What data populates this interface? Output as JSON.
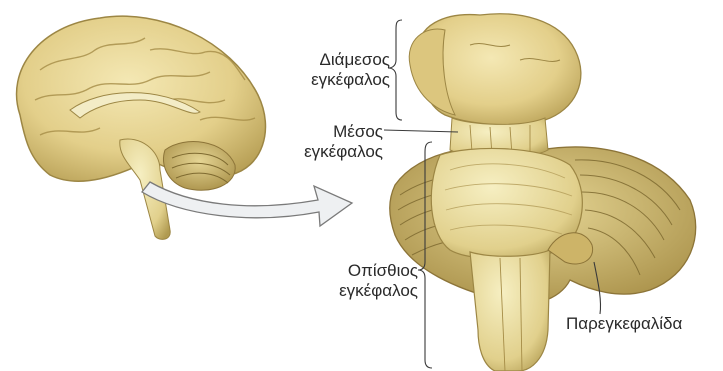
{
  "labels": {
    "diencephalon": [
      "Διάμεσος",
      "εγκέφαλος"
    ],
    "midbrain": [
      "Μέσος",
      "εγκέφαλος"
    ],
    "hindbrain": [
      "Οπίσθιος",
      "εγκέφαλος"
    ],
    "cerebellum": "Παρεγκεφαλίδα"
  },
  "colors": {
    "brain_fill": "#e8d89a",
    "brain_shadow": "#b8a35a",
    "arrow_fill": "#eef0f2",
    "arrow_stroke": "#7a7a7a",
    "text": "#2a2a2a"
  }
}
